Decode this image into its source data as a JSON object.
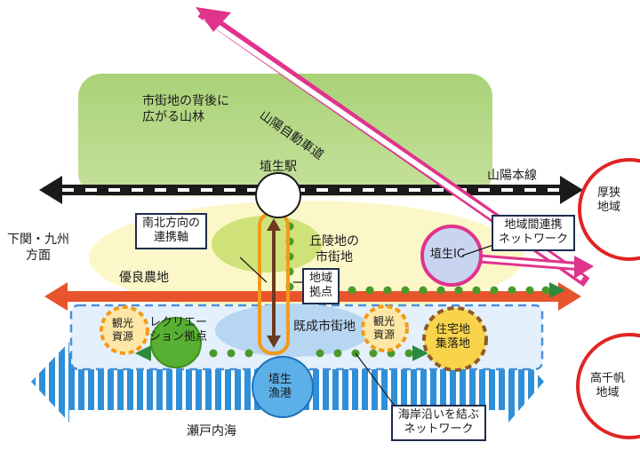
{
  "labels": {
    "forest": "市街地の背後に\n広がる山林",
    "expressway": "山陽自動車道",
    "station": "埴生駅",
    "railway": "山陽本線",
    "shimonoseki": "下関・九州\n方面",
    "north_south_axis": "南北方向の\n連携軸",
    "hills_town": "丘陵地の\n市街地",
    "regional_network": "地域間連携\nネットワーク",
    "interchange": "埴生IC",
    "atsusa": "厚狭\n地域",
    "farmland": "優良農地",
    "local_hub": "地域\n拠点",
    "tourism_left": "観光\n資源",
    "recreation": "レクリエー\nション拠点",
    "existing_town": "既成市街地",
    "tourism_right": "観光\n資源",
    "residential": "住宅地\n集落地",
    "fishing_port": "埴生\n漁港",
    "coast_network": "海岸沿いを結ぶ\nネットワーク",
    "takachiho": "高千帆\n地域",
    "inland_sea": "瀬戸内海"
  },
  "colors": {
    "forest": "#a9d277",
    "expressway": "#e0338c",
    "railway": "#1a1a1a",
    "east_west_axis": "#e8542b",
    "north_south_axis": "#6b3a1f",
    "network_dots": "#4a9a2a",
    "sea": "#2f8fd8",
    "region_ring": "#e02424",
    "resource_dash": "#f29a1a"
  }
}
